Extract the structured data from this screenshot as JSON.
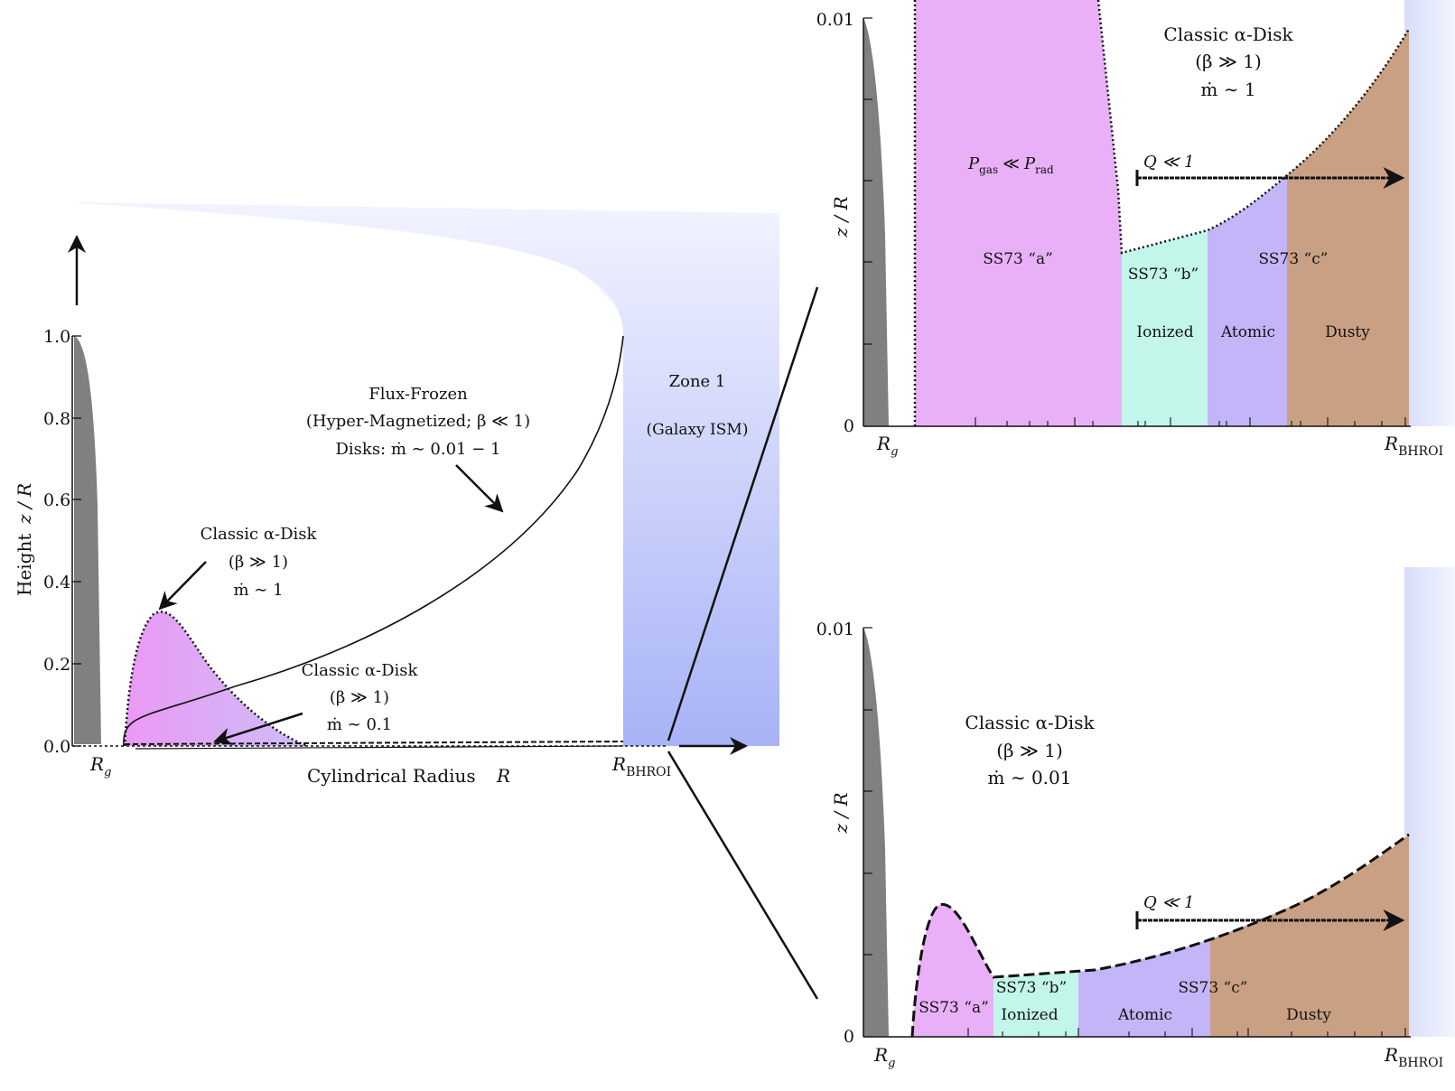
{
  "colors": {
    "black_hole": "#808080",
    "region_a": "#e9b0f8",
    "region_a_deep": "#d98ef2",
    "region_b": "#c2f6ea",
    "region_atomic": "#c3b5f7",
    "region_dusty": "#c9a083",
    "ism_light": "#eef0ff",
    "ism_dark": "#a9b5f6",
    "ink": "#111111"
  },
  "main": {
    "y_label": "Height",
    "y_label_var": "z / R",
    "x_label": "Cylindrical Radius",
    "x_label_var": "R",
    "y_ticks": [
      "0.0",
      "0.2",
      "0.4",
      "0.6",
      "0.8",
      "1.0"
    ],
    "rg_label": "R",
    "rg_sub": "g",
    "rbhroi_label": "R",
    "rbhroi_sub": "BHROI",
    "flux_frozen": {
      "line1": "Flux-Frozen",
      "line2": "(Hyper-Magnetized; β ≪ 1)",
      "line3": "Disks: ṁ ∼ 0.01 − 1"
    },
    "disk_high": {
      "line1": "Classic α-Disk",
      "line2": "(β ≫ 1)",
      "line3": "ṁ ∼ 1"
    },
    "disk_mid": {
      "line1": "Classic α-Disk",
      "line2": "(β ≫ 1)",
      "line3": "ṁ ∼ 0.1"
    },
    "zone": {
      "line1": "Zone 1",
      "line2": "(Galaxy ISM)"
    }
  },
  "top_right": {
    "y_label": "z / R",
    "y_ticks": [
      "0",
      "0.01"
    ],
    "title": {
      "line1": "Classic α-Disk",
      "line2": "(β ≫ 1)",
      "line3": "ṁ ∼ 1"
    },
    "pressure": {
      "p": "P",
      "gas": "gas",
      "rel": "≪",
      "p2": "P",
      "rad": "rad"
    },
    "q_label": "Q ≪ 1",
    "regions": {
      "a": "SS73 “a”",
      "b": "SS73 “b”",
      "c": "SS73 “c”",
      "ionized": "Ionized",
      "atomic": "Atomic",
      "dusty": "Dusty"
    },
    "rg_label": "R",
    "rg_sub": "g",
    "rbhroi_label": "R",
    "rbhroi_sub": "BHROI"
  },
  "bottom_right": {
    "y_label": "z / R",
    "y_ticks": [
      "0",
      "0.01"
    ],
    "title": {
      "line1": "Classic α-Disk",
      "line2": "(β ≫ 1)",
      "line3": "ṁ ∼ 0.01"
    },
    "q_label": "Q ≪ 1",
    "regions": {
      "a": "SS73 “a”",
      "b": "SS73 “b”",
      "c": "SS73 “c”",
      "ionized": "Ionized",
      "atomic": "Atomic",
      "dusty": "Dusty"
    },
    "rg_label": "R",
    "rg_sub": "g",
    "rbhroi_label": "R",
    "rbhroi_sub": "BHROI"
  }
}
